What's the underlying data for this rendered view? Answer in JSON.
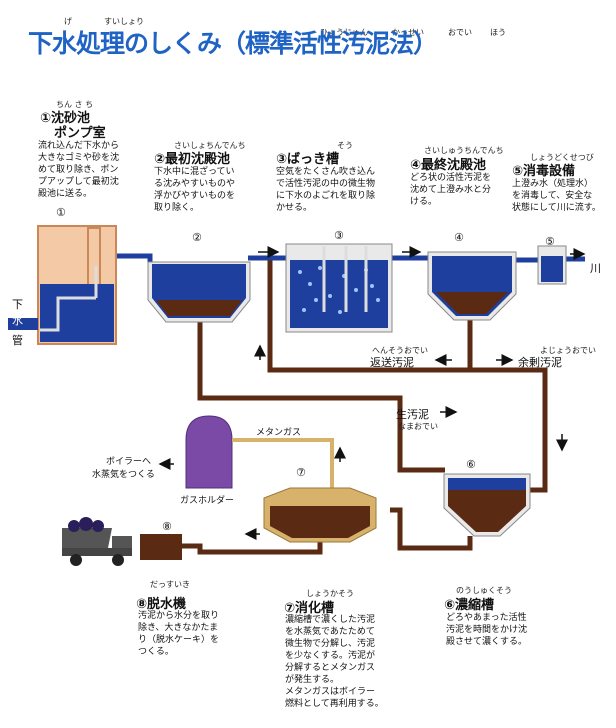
{
  "title": "下水処理のしくみ（標準活性汚泥法）",
  "title_ruby": {
    "ge": "げ",
    "suishori": "すいしょり",
    "hyoujun": "ひょうじゅん",
    "kassei": "かっせい",
    "odei": "おでい",
    "hou": "ほう"
  },
  "steps": [
    {
      "title": "①沈砂池",
      "title2": "ポンプ室",
      "ruby": "ちん さ ち",
      "desc": [
        "流れ込んだ下水から",
        "大きなゴミや砂を沈",
        "めて取り除き、ポン",
        "プアップして最初沈",
        "殿池に送る。"
      ]
    },
    {
      "title": "②最初沈殿池",
      "ruby": "さいしょちんでんち",
      "desc": [
        "下水中に混ざってい",
        "る沈みやすいものや",
        "浮かびやすいものを",
        "取り除く。"
      ]
    },
    {
      "title": "③ばっき槽",
      "ruby": "そう",
      "desc": [
        "空気をたくさん吹き込ん",
        "で活性汚泥の中の微生物",
        "に下水のよごれを取り除",
        "かせる。"
      ]
    },
    {
      "title": "④最終沈殿池",
      "ruby": "さいしゅうちんでんち",
      "desc": [
        "どろ状の活性汚泥を",
        "沈めて上澄み水と分",
        "ける。"
      ]
    },
    {
      "title": "⑤消毒設備",
      "ruby": "しょうどくせつび",
      "desc": [
        "上澄み水（処理水）",
        "を消毒して、安全な",
        "状態にして川に流す。"
      ]
    },
    {
      "title": "⑥濃縮槽",
      "ruby": "のうしゅくそう",
      "desc": [
        "どろやあまった活性",
        "汚泥を時間をかけ沈",
        "殿させて濃くする。"
      ]
    },
    {
      "title": "⑦消化槽",
      "ruby": "しょうかそう",
      "desc": [
        "濃縮槽で濃くした汚泥",
        "を水蒸気であたためて",
        "微生物で分解し、汚泥",
        "を少なくする。汚泥が",
        "分解するとメタンガス",
        "が発生する。",
        "メタンガスはボイラー",
        "燃料として再利用する。"
      ]
    },
    {
      "title": "⑧脱水機",
      "ruby": "だっすいき",
      "desc": [
        "汚泥から水分を取り",
        "除き、大きなかたま",
        "り（脱水ケーキ）を",
        "つくる。"
      ]
    }
  ],
  "numbers": [
    "①",
    "②",
    "③",
    "④",
    "⑤",
    "⑥",
    "⑦",
    "⑧"
  ],
  "labels": {
    "gesuikan_1": "下",
    "gesuikan_2": "水",
    "gesuikan_3": "管",
    "kawa": "川",
    "hensou": "返送汚泥",
    "hensou_ruby": "へんそうおでい",
    "yojou": "余剰汚泥",
    "yojou_ruby": "よじょうおでい",
    "nama": "生汚泥",
    "nama_ruby": "なまおでい",
    "metan": "メタンガス",
    "gas_holder": "ガスホルダー",
    "boiler_1": "ボイラーへ",
    "boiler_2": "水蒸気をつくる"
  },
  "colors": {
    "water": "#1f3f9e",
    "sludge": "#5a2a12",
    "pipe": "#5a2a12",
    "tank": "#e9e9e9",
    "pump_room": "#f4c9a6",
    "holder": "#7b4aa6",
    "digester": "#d8b26a",
    "title": "#1f63c4"
  }
}
